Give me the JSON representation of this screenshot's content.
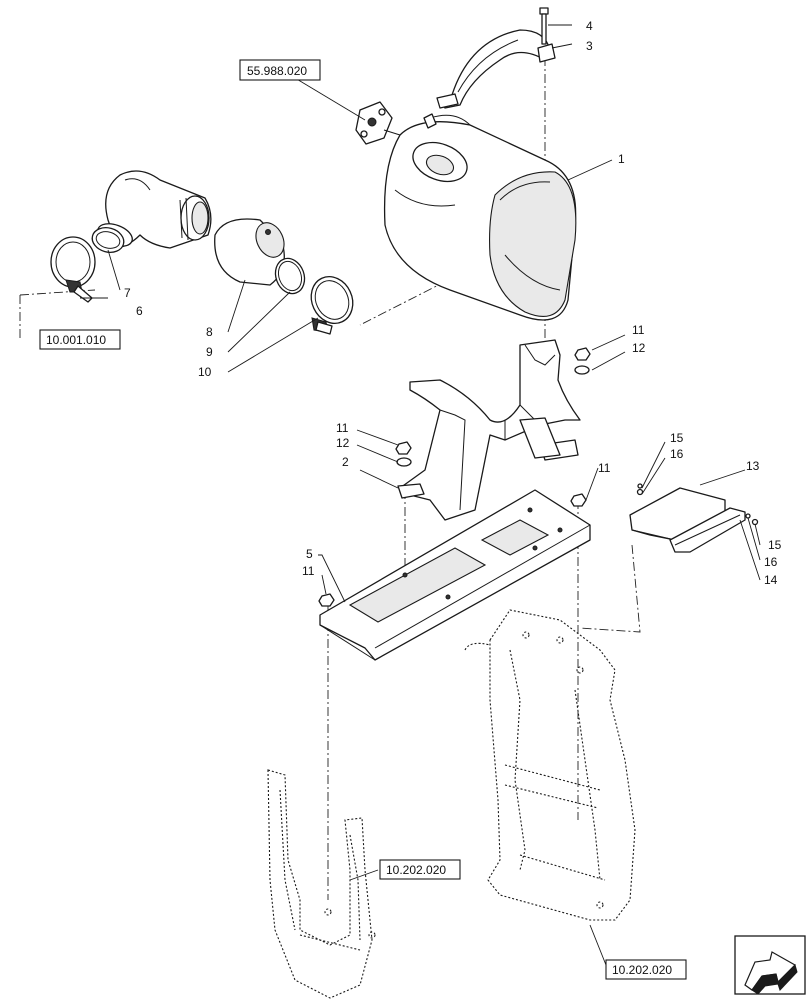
{
  "diagram": {
    "callouts": [
      "1",
      "2",
      "3",
      "4",
      "5",
      "6",
      "7",
      "8",
      "9",
      "10",
      "11",
      "11",
      "11",
      "11",
      "12",
      "12",
      "13",
      "14",
      "15",
      "15",
      "16",
      "16"
    ],
    "reference_boxes": [
      "55.988.020",
      "10.001.010",
      "10.202.020",
      "10.202.020"
    ]
  },
  "nav": {
    "icon": "next-page-arrow-icon"
  },
  "colors": {
    "line": "#1a1a1a",
    "background": "#ffffff"
  }
}
